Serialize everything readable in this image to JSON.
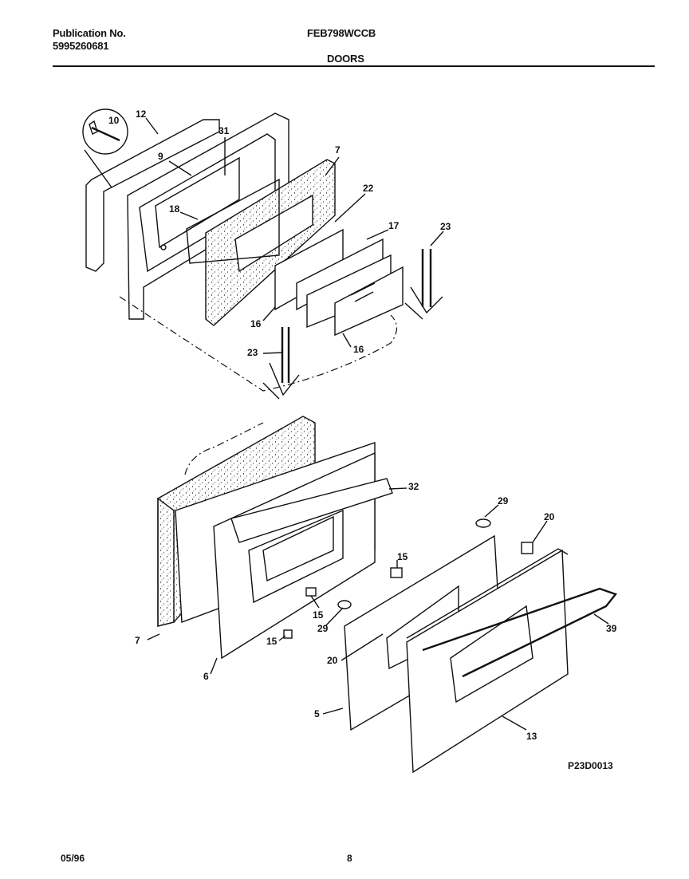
{
  "header": {
    "publication_label": "Publication No.",
    "publication_number": "5995260681",
    "model": "FEB798WCCB",
    "section": "DOORS"
  },
  "diagram": {
    "callouts": {
      "c10": "10",
      "c12": "12",
      "c9": "9",
      "c31": "31",
      "c18": "18",
      "c7a": "7",
      "c22": "22",
      "c17": "17",
      "c23a": "23",
      "c16a": "16",
      "c16b": "16",
      "c23b": "23",
      "c32": "32",
      "c29a": "29",
      "c20a": "20",
      "c15a": "15",
      "c15b": "15",
      "c29b": "29",
      "c15c": "15",
      "c7b": "7",
      "c39": "39",
      "c20b": "20",
      "c6": "6",
      "c5": "5",
      "c13": "13"
    },
    "reference_code": "P23D0013"
  },
  "footer": {
    "date": "05/96",
    "page": "8"
  }
}
